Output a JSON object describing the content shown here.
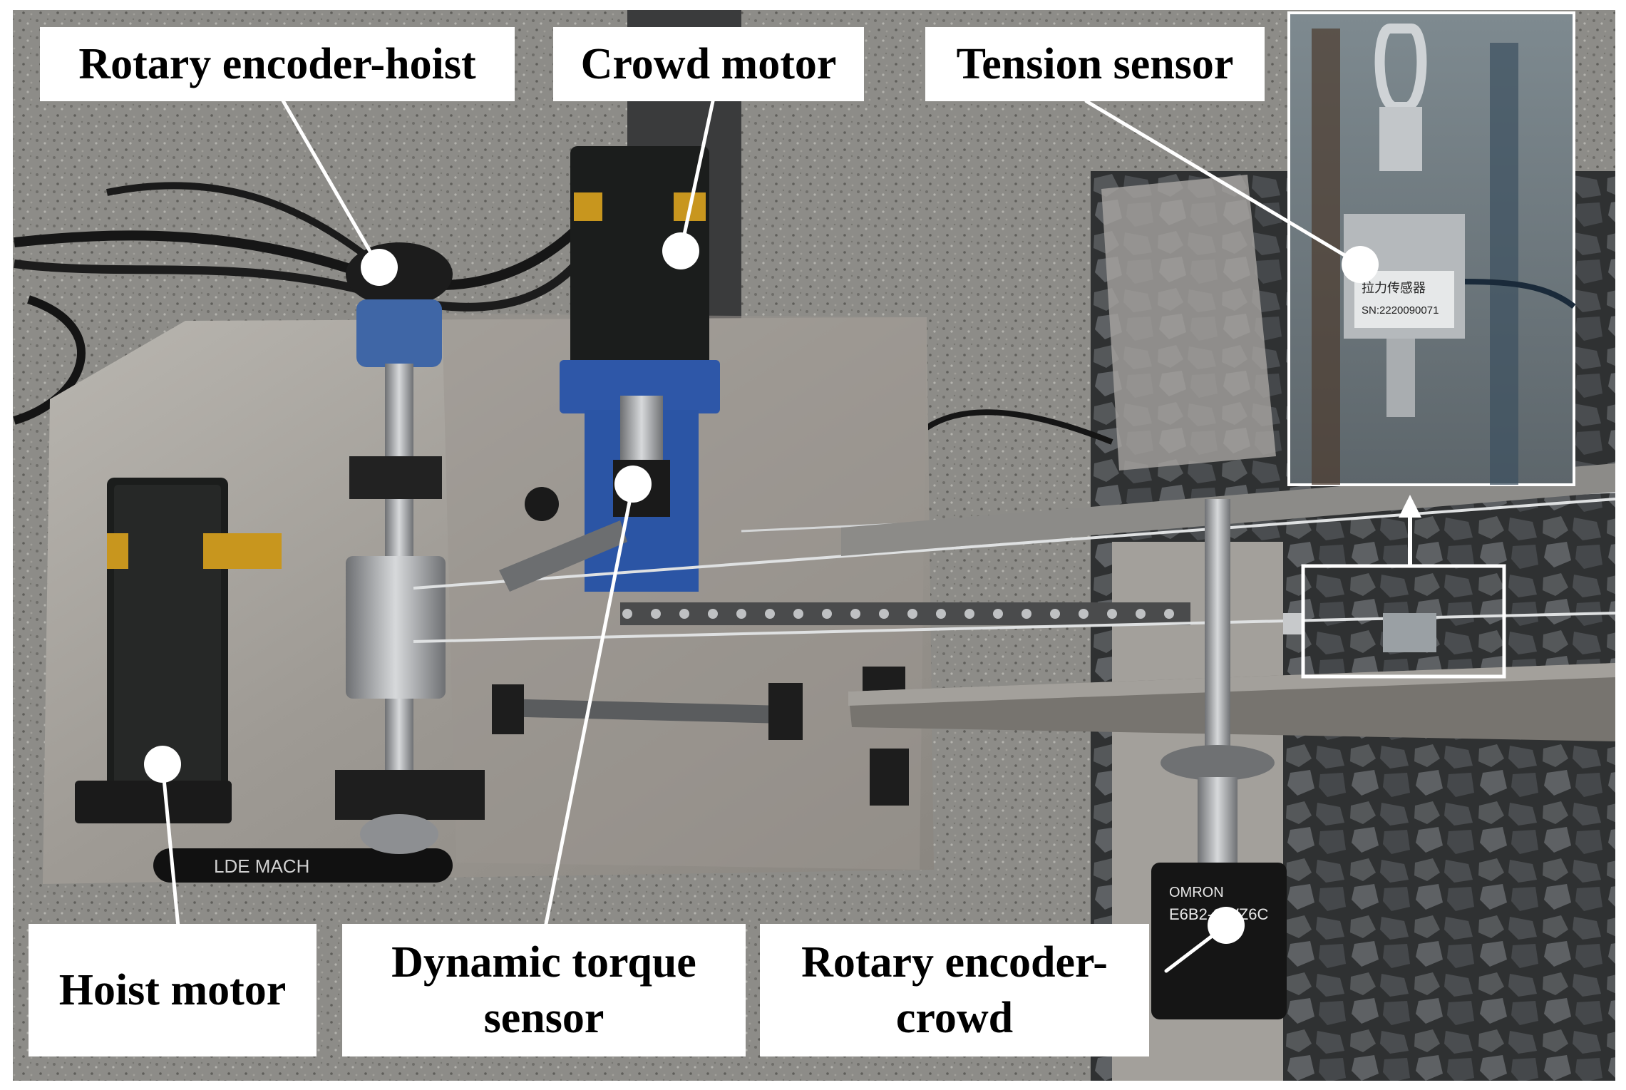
{
  "labels": {
    "rotary_encoder_hoist": "Rotary encoder-hoist",
    "crowd_motor": "Crowd motor",
    "tension_sensor": "Tension sensor",
    "hoist_motor": "Hoist motor",
    "dynamic_torque_sensor_line1": "Dynamic torque",
    "dynamic_torque_sensor_line2": "sensor",
    "rotary_encoder_crowd_line1": "Rotary encoder-",
    "rotary_encoder_crowd_line2": "crowd"
  },
  "inset_text": {
    "sensor_plate_line1": "拉力传感器",
    "sensor_plate_line2": "SN:2220090071",
    "encoder_brand": "OMRON",
    "encoder_model": "E6B2-CWZ6C",
    "belt_text": "LDE MACH"
  }
}
